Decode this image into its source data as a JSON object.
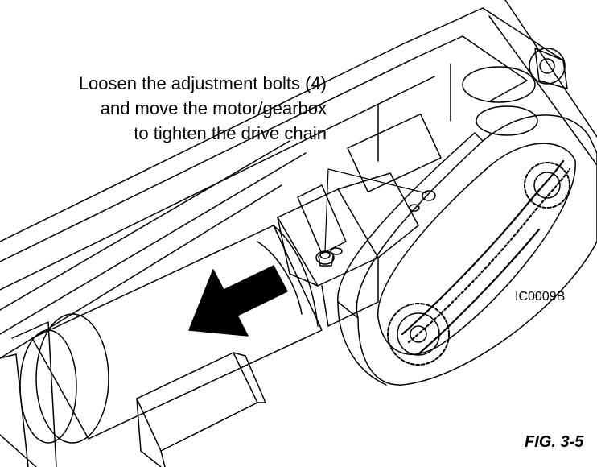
{
  "callout": {
    "lines": [
      "Loosen the adjustment bolts (4)",
      "and move the motor/gearbox",
      "to tighten the drive chain"
    ]
  },
  "drawing_id": "IC0009B",
  "figure_label": "FIG. 3-5",
  "colors": {
    "line": "#000000",
    "background": "#ffffff"
  }
}
